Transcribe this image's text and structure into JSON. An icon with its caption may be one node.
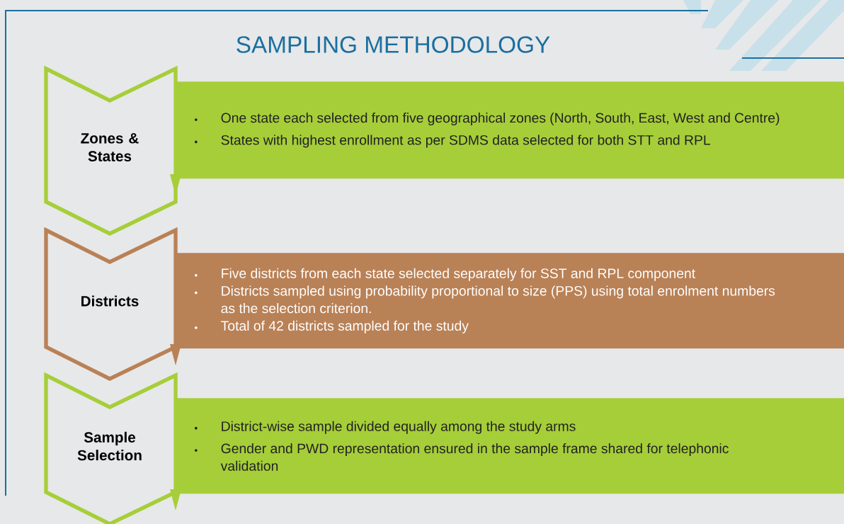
{
  "diagram": {
    "title": "SAMPLING METHODOLOGY",
    "nodes": [
      {
        "text": [
          "Zones & States"
        ]
      },
      {
        "text": [
          "One state each selected from five geographical zones (North, South, East, West and Centre)",
          "States with highest enrollment as per SDMS data selected for both STT and RPL"
        ]
      },
      {
        "text": [
          "Districts"
        ]
      },
      {
        "text": [
          "Five districts from each state selected separately for SST and RPL component",
          "Districts sampled using probability proportional to size (PPS) using total enrolment numbers as the selection criterion.",
          "Total of 42 districts sampled for the study"
        ]
      },
      {
        "text": [
          "Sample Selection"
        ]
      },
      {
        "text": [
          "District-wise sample divided equally among the study arms",
          "Gender and PWD representation ensured in the sample frame shared for telephonic validation"
        ]
      }
    ]
  }
}
